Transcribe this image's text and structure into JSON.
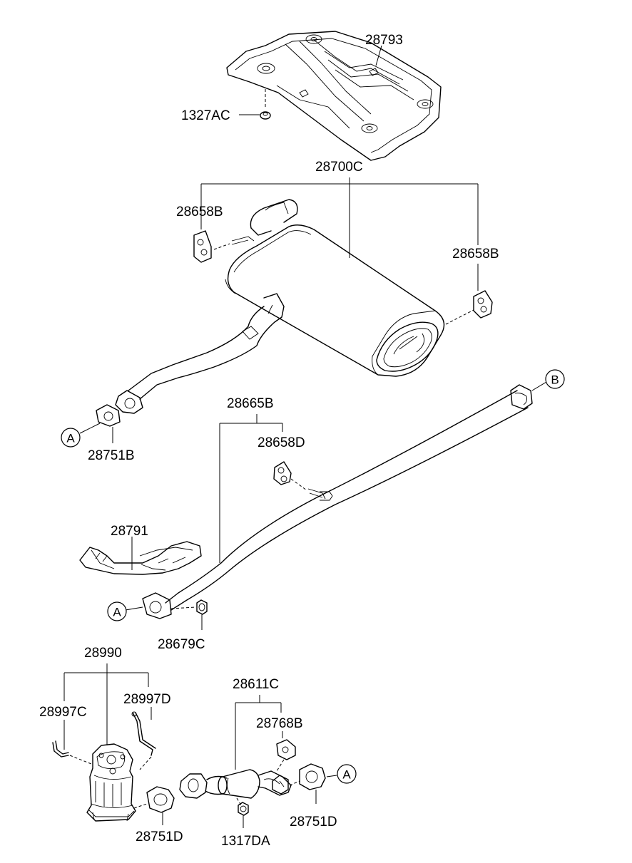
{
  "labels": {
    "heat_shield_upper": "28793",
    "clip": "1327AC",
    "muffler_assy": "28700C",
    "hanger_left": "28658B",
    "hanger_right": "28658B",
    "gasket_a_top": "28751B",
    "center_pipe_assy": "28665B",
    "hanger_center": "28658D",
    "heat_shield_lower": "28791",
    "nut_center": "28679C",
    "catalytic_assy": "28990",
    "bracket_left": "28997C",
    "bracket_right": "28997D",
    "front_pipe_assy": "28611C",
    "hanger_front": "28768B",
    "gasket_converter": "28751D",
    "nut_front": "1317DA",
    "gasket_a_bottom": "28751D"
  },
  "refs": {
    "a": "A",
    "b": "B"
  },
  "colors": {
    "stroke": "#000000",
    "background": "#ffffff"
  }
}
